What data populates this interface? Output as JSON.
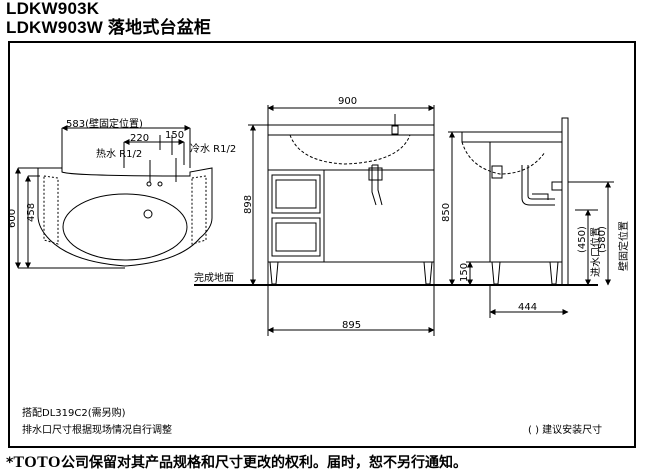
{
  "header": {
    "model_line1": "LDKW903K",
    "model_line2": "LDKW903W 落地式台盆柜"
  },
  "top_view": {
    "dim_583": "583(壁固定位置)",
    "dim_220": "220",
    "dim_150": "150",
    "hot_water": "热水 R1/2",
    "cold_water": "冷水 R1/2",
    "dim_600": "600",
    "dim_458": "458"
  },
  "front_view": {
    "dim_900": "900",
    "dim_898": "898",
    "dim_895": "895",
    "floor_label": "完成地面"
  },
  "side_view": {
    "dim_850": "850",
    "dim_150": "150",
    "dim_444": "444",
    "dim_450": "(450)",
    "inlet_label": "进水口位置",
    "dim_580": "(580)",
    "wall_fix_label": "壁固定位置"
  },
  "notes": {
    "line1": "搭配DL319C2(需另购)",
    "line2": "排水口尺寸根据现场情况自行调整",
    "legend": "( ) 建议安装尺寸"
  },
  "footer": {
    "star": "*",
    "brand": "TOTO",
    "text": "公司保留对其产品规格和尺寸更改的权利。届时，恕不另行通知。"
  }
}
